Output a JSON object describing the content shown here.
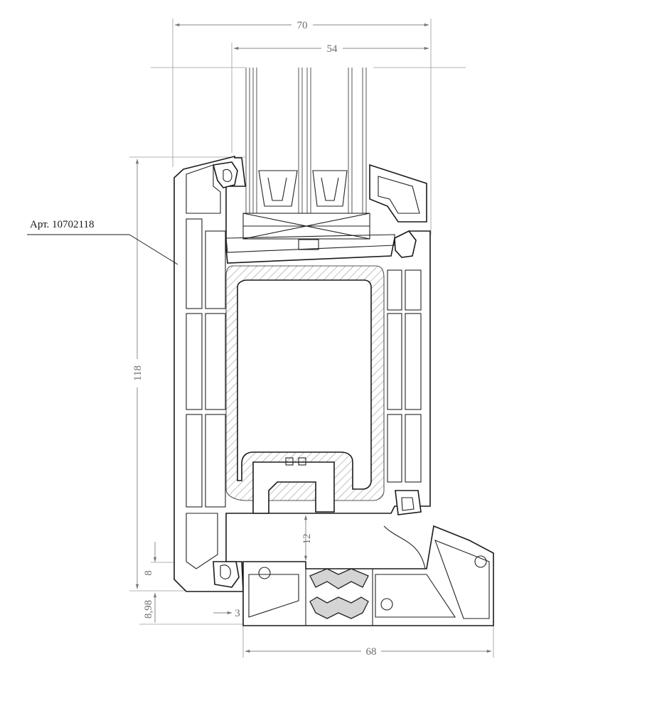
{
  "drawing": {
    "article_label": "Арт. 10702118",
    "dimensions": {
      "overall_width": "70",
      "glazing_width": "54",
      "overall_height": "118",
      "rebate_depth": "12",
      "step": "8",
      "sash_offset": "8,98",
      "small_gap": "3",
      "frame_width": "68"
    }
  }
}
